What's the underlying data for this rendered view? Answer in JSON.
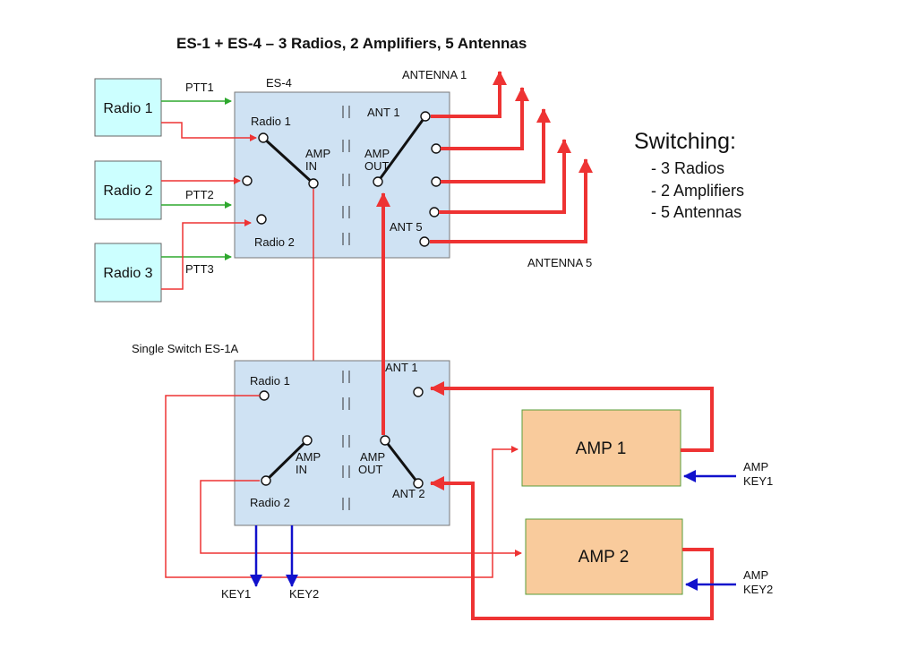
{
  "title": "ES-1 + ES-4 – 3 Radios, 2 Amplifiers, 5 Antennas",
  "radios": [
    "Radio 1",
    "Radio 2",
    "Radio 3"
  ],
  "ptt": [
    "PTT1",
    "PTT2",
    "PTT3"
  ],
  "es4": {
    "name": "ES-4",
    "radio1": "Radio 1",
    "radio2": "Radio 2",
    "amp_in": [
      "AMP",
      "IN"
    ],
    "amp_out": [
      "AMP",
      "OUT"
    ],
    "ant1": "ANT 1",
    "ant5": "ANT 5"
  },
  "antenna_labels": [
    "ANTENNA 1",
    "ANTENNA 5"
  ],
  "es1a": {
    "name": "Single Switch ES-1A",
    "radio1": "Radio 1",
    "radio2": "Radio 2",
    "amp_in": [
      "AMP",
      "IN"
    ],
    "amp_out": [
      "AMP",
      "OUT"
    ],
    "ant1": "ANT 1",
    "ant2": "ANT 2"
  },
  "amps": [
    "AMP 1",
    "AMP 2"
  ],
  "amp_keys": [
    [
      "AMP",
      "KEY1"
    ],
    [
      "AMP",
      "KEY2"
    ]
  ],
  "keys": [
    "KEY1",
    "KEY2"
  ],
  "switching": {
    "heading": "Switching:",
    "items": [
      "- 3 Radios",
      "- 2 Amplifiers",
      "- 5 Antennas"
    ]
  },
  "colors": {
    "rf_red": "#ee3333",
    "ptt_green": "#2ea82e",
    "key_blue": "#1111cc",
    "radio_fill": "#ccffff",
    "switch_fill": "#cfe2f3",
    "amp_fill": "#f9cb9c"
  }
}
